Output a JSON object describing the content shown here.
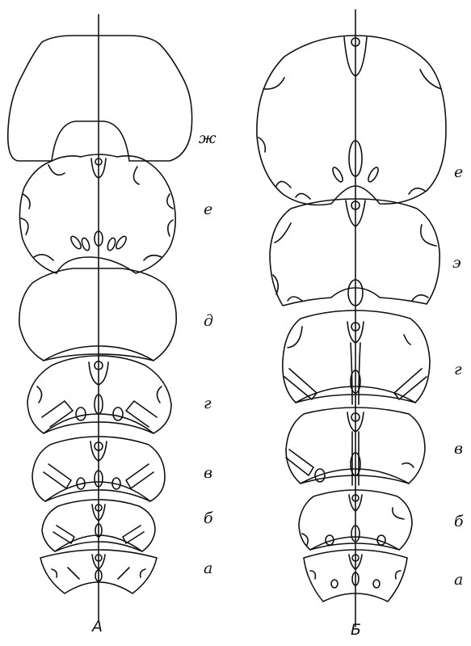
{
  "columns": [
    {
      "id": "A",
      "label": "А",
      "stages": [
        "ж",
        "е",
        "д",
        "г",
        "в",
        "б",
        "а"
      ]
    },
    {
      "id": "B",
      "label": "Б",
      "stages": [
        "е",
        "э",
        "г",
        "в",
        "б",
        "а"
      ]
    }
  ]
}
